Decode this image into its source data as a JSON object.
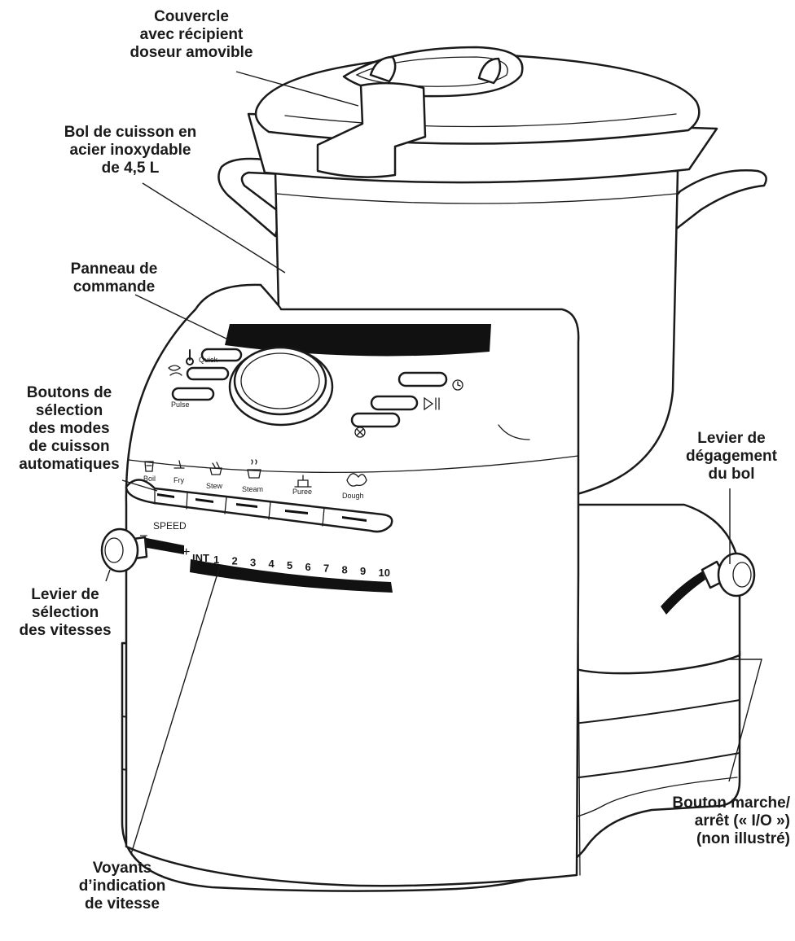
{
  "labels": {
    "lid": "Couvercle\navec récipient\ndoseur amovible",
    "bowl": "Bol de cuisson en\nacier inoxydable\nde 4,5 L",
    "panel": "Panneau de\ncommande",
    "modes": "Boutons de\nsélection\ndes modes\nde cuisson\nautomatiques",
    "release": "Levier de\ndégagement\ndu bol",
    "speed_lever": "Levier de\nsélection\ndes vitesses",
    "power": "Bouton marche/\narrêt (« I/O »)\n(non illustré)",
    "indicators": "Voyants\nd’indication\nde vitesse"
  },
  "panel_buttons": {
    "quick": "Quick",
    "pulse": "Pulse"
  },
  "modes": [
    "Boil",
    "Fry",
    "Stew",
    "Steam",
    "Puree",
    "Dough"
  ],
  "speed": {
    "title": "SPEED",
    "minus": "–",
    "plus": "+",
    "scale": [
      "INT",
      "1",
      "2",
      "3",
      "4",
      "5",
      "6",
      "7",
      "8",
      "9",
      "10"
    ]
  }
}
